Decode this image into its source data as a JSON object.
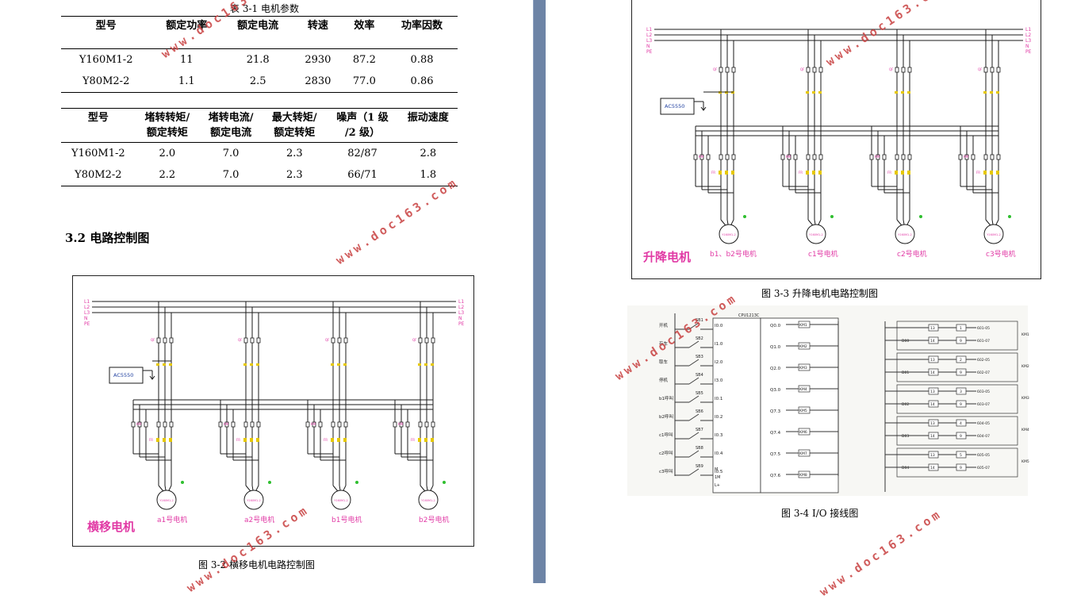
{
  "table_caption": "表 3-1 电机参数",
  "table1": {
    "headers": [
      "型号",
      "额定功率",
      "额定电流",
      "转速",
      "效率",
      "功率因数"
    ],
    "rows": [
      [
        "Y160M1-2",
        "11",
        "21.8",
        "2930",
        "87.2",
        "0.88"
      ],
      [
        "Y80M2-2",
        "1.1",
        "2.5",
        "2830",
        "77.0",
        "0.86"
      ]
    ]
  },
  "table2": {
    "headers": [
      [
        "型号",
        ""
      ],
      [
        "堵转转矩/",
        "额定转矩"
      ],
      [
        "堵转电流/",
        "额定电流"
      ],
      [
        "最大转矩/",
        "额定转矩"
      ],
      [
        "噪声（1 级",
        "/2 级）"
      ],
      [
        "振动速度",
        ""
      ]
    ],
    "rows": [
      [
        "Y160M1-2",
        "2.0",
        "7.0",
        "2.3",
        "82/87",
        "2.8"
      ],
      [
        "Y80M2-2",
        "2.2",
        "7.0",
        "2.3",
        "66/71",
        "1.8"
      ]
    ]
  },
  "section_title": "3.2 电路控制图",
  "figure_2": {
    "caption": "图 3-2  横移电机电路控制图",
    "label": "横移电机",
    "motors": [
      "a1号电机",
      "a2号电机",
      "b1号电机",
      "b2号电机"
    ],
    "bus_labels": [
      "L1",
      "L2",
      "L3",
      "N",
      "PE"
    ],
    "controller": "AC5550"
  },
  "figure_3": {
    "caption": "图 3-3 升降电机电路控制图",
    "label": "升降电机",
    "motors": [
      "b1、b2号电机",
      "c1号电机",
      "c2号电机",
      "c3号电机"
    ],
    "bus_labels": [
      "L1",
      "L2",
      "L3",
      "N",
      "PE"
    ],
    "controller": "AC5550"
  },
  "figure_4": {
    "caption": "图 3-4 I/O 接线图",
    "plc_model": "CPU1213C",
    "inputs": [
      {
        "label": "开机",
        "sb": "SB1",
        "addr": "I0.0"
      },
      {
        "label": "存车",
        "sb": "SB2",
        "addr": "I1.0"
      },
      {
        "label": "取车",
        "sb": "SB3",
        "addr": "I2.0"
      },
      {
        "label": "停机",
        "sb": "SB4",
        "addr": "I3.0"
      },
      {
        "label": "b1呼叫",
        "sb": "SB5",
        "addr": "I0.1"
      },
      {
        "label": "b2呼叫",
        "sb": "SB6",
        "addr": "I0.2"
      },
      {
        "label": "c1呼叫",
        "sb": "SB7",
        "addr": "I0.3"
      },
      {
        "label": "c2呼叫",
        "sb": "SB8",
        "addr": "I0.4"
      },
      {
        "label": "c3呼叫",
        "sb": "SB9",
        "addr": "I0.5"
      }
    ],
    "outputs": [
      {
        "addr": "Q0.0",
        "km": "KM1"
      },
      {
        "addr": "Q1.0",
        "km": "KM2"
      },
      {
        "addr": "Q2.0",
        "km": "KM3"
      },
      {
        "addr": "Q3.0",
        "km": "KM4"
      },
      {
        "addr": "Q7.3",
        "km": "KM5"
      },
      {
        "addr": "Q7.4",
        "km": "KM6"
      },
      {
        "addr": "Q7.5",
        "km": "KM7"
      },
      {
        "addr": "Q7.6",
        "km": "KM8"
      }
    ],
    "groups": [
      {
        "d": "D00",
        "n1": "1",
        "n2": "9",
        "c1": "601-05",
        "c2": "601-07",
        "km": "KM1"
      },
      {
        "d": "D01",
        "n1": "2",
        "n2": "9",
        "c1": "602-05",
        "c2": "602-07",
        "km": "KM2"
      },
      {
        "d": "D02",
        "n1": "3",
        "n2": "9",
        "c1": "603-05",
        "c2": "603-07",
        "km": "KM3"
      },
      {
        "d": "D03",
        "n1": "4",
        "n2": "9",
        "c1": "604-05",
        "c2": "604-07",
        "km": "KM4"
      },
      {
        "d": "D04",
        "n1": "5",
        "n2": "9",
        "c1": "605-05",
        "c2": "605-07",
        "km": "KM5"
      }
    ],
    "bottom_labels": [
      "M",
      "1M",
      "L+"
    ]
  },
  "watermark_text": "www.doc163.com",
  "colors": {
    "wire": "#1a1a1a",
    "label": "#e13aa5",
    "terminal": "#e6c800",
    "watermark": "#c84040",
    "divider": "#6d84a6"
  }
}
